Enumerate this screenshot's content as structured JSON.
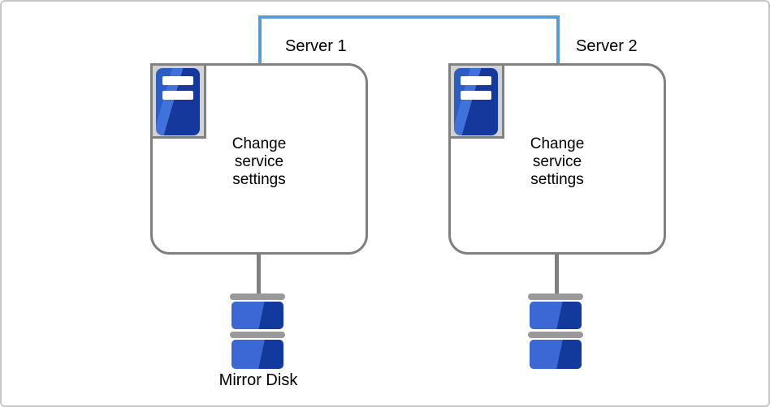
{
  "diagram": {
    "description": "Two-server cluster with mirror disks and shared service settings",
    "interconnect": {
      "color": "#5b9bd5",
      "style": "solid"
    },
    "nodes": [
      {
        "title": "Server 1",
        "body": "Change\nservice\nsettings",
        "icon": "server-tower-icon",
        "disk_icon": "mirror-disk-icon",
        "disk_label": "Mirror Disk"
      },
      {
        "title": "Server 2",
        "body": "Change\nservice\nsettings",
        "icon": "server-tower-icon",
        "disk_icon": "mirror-disk-icon",
        "disk_label": ""
      }
    ],
    "colors": {
      "connector_blue": "#5b9bd5",
      "shape_border_gray": "#808080",
      "stem_gray": "#7f7f7f",
      "disk_platter_gray": "#999999",
      "icon_plate_gray": "#d2d2d2",
      "tower_blue": "#2b5dc7",
      "tower_highlight_blue": "#4171da",
      "blue_light": "#3b68d4",
      "blue_dark": "#123a9d",
      "frame_gray": "#c8c8c8",
      "text_black": "#000000"
    }
  }
}
